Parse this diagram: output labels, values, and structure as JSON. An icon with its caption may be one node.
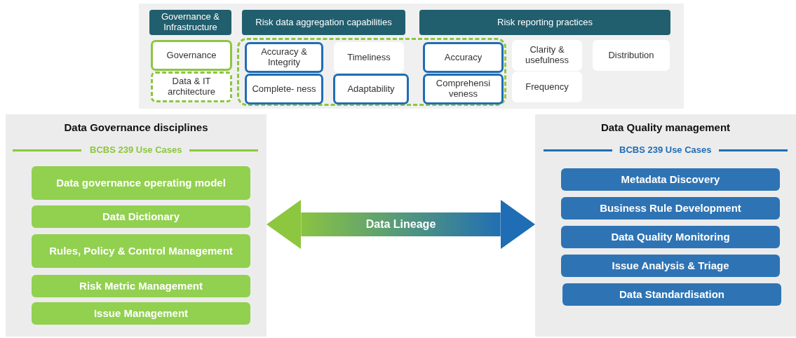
{
  "diagram": {
    "nodes": [
      {
        "text": [
          "Governance & Infrastructure"
        ]
      },
      {
        "text": [
          "Risk data aggregation capabilities"
        ]
      },
      {
        "text": [
          "Risk reporting practices"
        ]
      },
      {
        "text": [
          "Governance"
        ]
      },
      {
        "text": [
          "Data & IT architecture"
        ]
      },
      {
        "text": [],
        "shape": "box"
      },
      {
        "text": [
          "Accuracy & Integrity"
        ],
        "in": 5
      },
      {
        "text": [
          "Timeliness"
        ],
        "in": 5
      },
      {
        "text": [
          "Complete- ness"
        ],
        "in": 5
      },
      {
        "text": [
          "Adaptability"
        ],
        "in": 5
      },
      {
        "text": [
          "Accuracy"
        ],
        "in": 5
      },
      {
        "text": [
          "Comprehensi veness"
        ],
        "in": 5
      },
      {
        "text": [
          "Clarity & usefulness"
        ]
      },
      {
        "text": [
          "Distribution"
        ]
      },
      {
        "text": [
          "Frequency"
        ]
      },
      {
        "text": [
          "Data Governance disciplines",
          "BCBS 239 Use Cases"
        ]
      },
      {
        "text": [
          "Data governance operating model"
        ],
        "in": 15
      },
      {
        "text": [
          "Data Dictionary"
        ],
        "in": 15
      },
      {
        "text": [
          "Rules, Policy & Control Management"
        ],
        "in": 15
      },
      {
        "text": [
          "Risk Metric Management"
        ],
        "in": 15
      },
      {
        "text": [
          "Issue Management"
        ],
        "in": 15
      },
      {
        "text": [
          "Data Quality management",
          "BCBS 239 Use Cases"
        ]
      },
      {
        "text": [
          "Metadata Discovery"
        ],
        "in": 21
      },
      {
        "text": [
          "Business Rule Development"
        ],
        "in": 21
      },
      {
        "text": [
          "Data Quality Monitoring"
        ],
        "in": 21
      },
      {
        "text": [
          "Issue Analysis & Triage"
        ],
        "in": 21
      },
      {
        "text": [
          "Data Standardisation"
        ],
        "in": 21
      }
    ],
    "edges": [
      {
        "from": 15,
        "to": 21,
        "arrow": "both",
        "label": "Data Lineage"
      }
    ]
  }
}
